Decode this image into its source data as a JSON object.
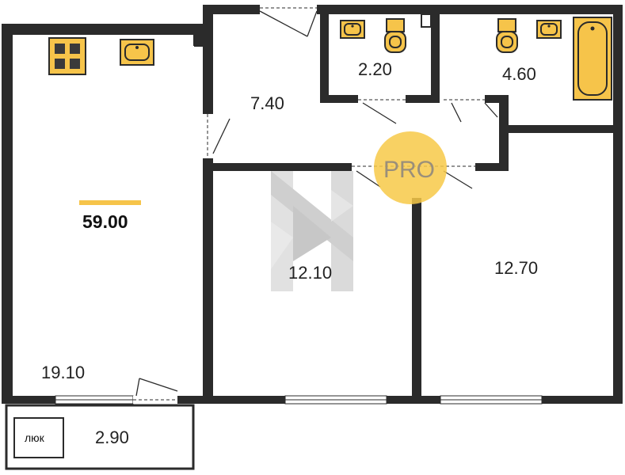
{
  "total_area": "59.00",
  "rooms": {
    "living": "19.10",
    "hall": "7.40",
    "wc": "2.20",
    "bath": "4.60",
    "bedroom1": "12.10",
    "bedroom2": "12.70",
    "balcony": "2.90"
  },
  "hatch_label": "люк",
  "watermark": "PRO",
  "colors": {
    "wall": "#2b2b2b",
    "fixture": "#f6c44a",
    "watermark_circle": "#f7c948",
    "logo_gray": "#bdbdbd"
  },
  "icons": [
    "stove-icon",
    "sink-icon",
    "toilet-icon",
    "bathtub-icon"
  ]
}
